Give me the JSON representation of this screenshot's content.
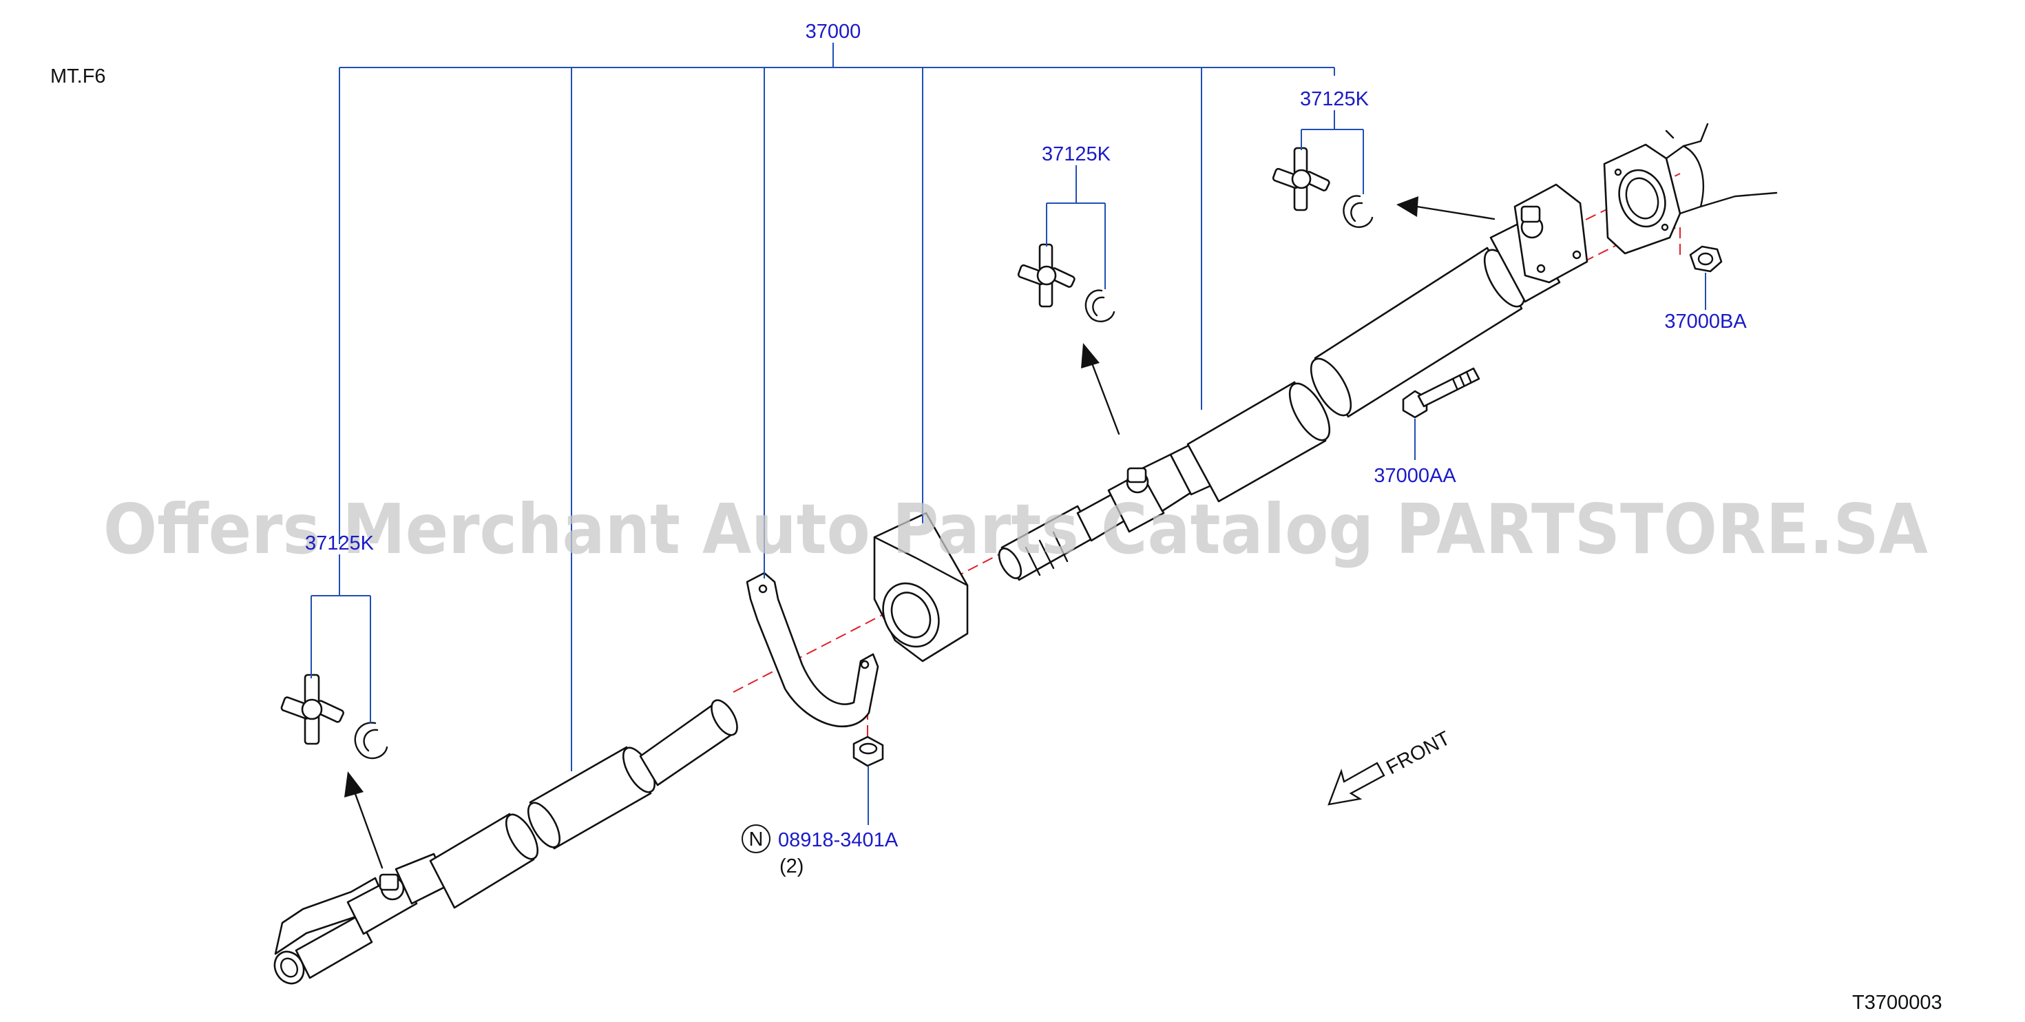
{
  "header": {
    "model_code": "MT.F6"
  },
  "footer": {
    "figure_id": "T3700003"
  },
  "watermark": {
    "text": "Offers Merchant Auto Parts Catalog PARTSTORE.SA"
  },
  "callouts": {
    "assembly": "37000",
    "joint_kit_left": "37125K",
    "joint_kit_mid": "37125K",
    "joint_kit_right": "37125K",
    "bolt": "37000AA",
    "nut_flange": "37000BA",
    "nut_bracket": "08918-3401A",
    "nut_bracket_qty": "(2)",
    "nut_bracket_badge": "N"
  },
  "direction": {
    "label": "FRONT"
  },
  "colors": {
    "callout": "#1a1ac8",
    "leader": "#1f4fb5",
    "centerline": "#e0202a",
    "ink": "#111111"
  }
}
